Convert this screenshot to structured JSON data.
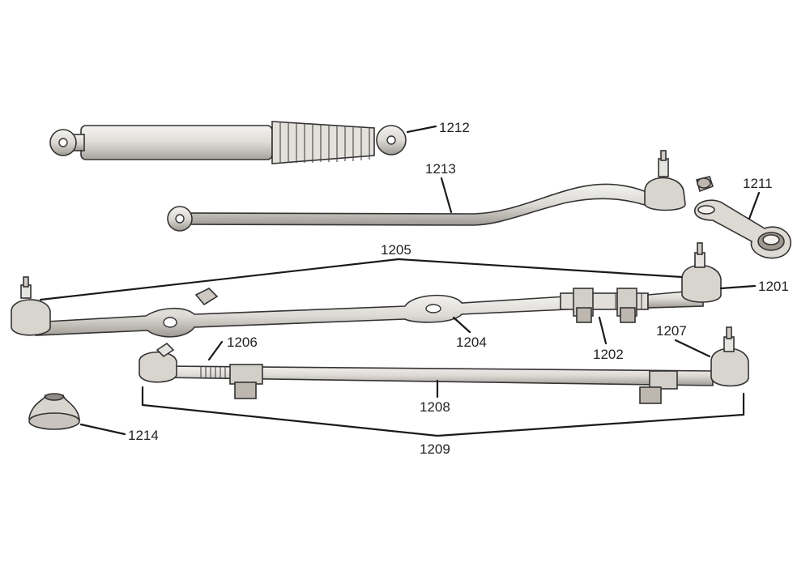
{
  "labels": {
    "l1201": "1201",
    "l1202": "1202",
    "l1204": "1204",
    "l1205": "1205",
    "l1206": "1206",
    "l1207": "1207",
    "l1208": "1208",
    "l1209": "1209",
    "l1211": "1211",
    "l1212": "1212",
    "l1213": "1213",
    "l1214": "1214"
  }
}
